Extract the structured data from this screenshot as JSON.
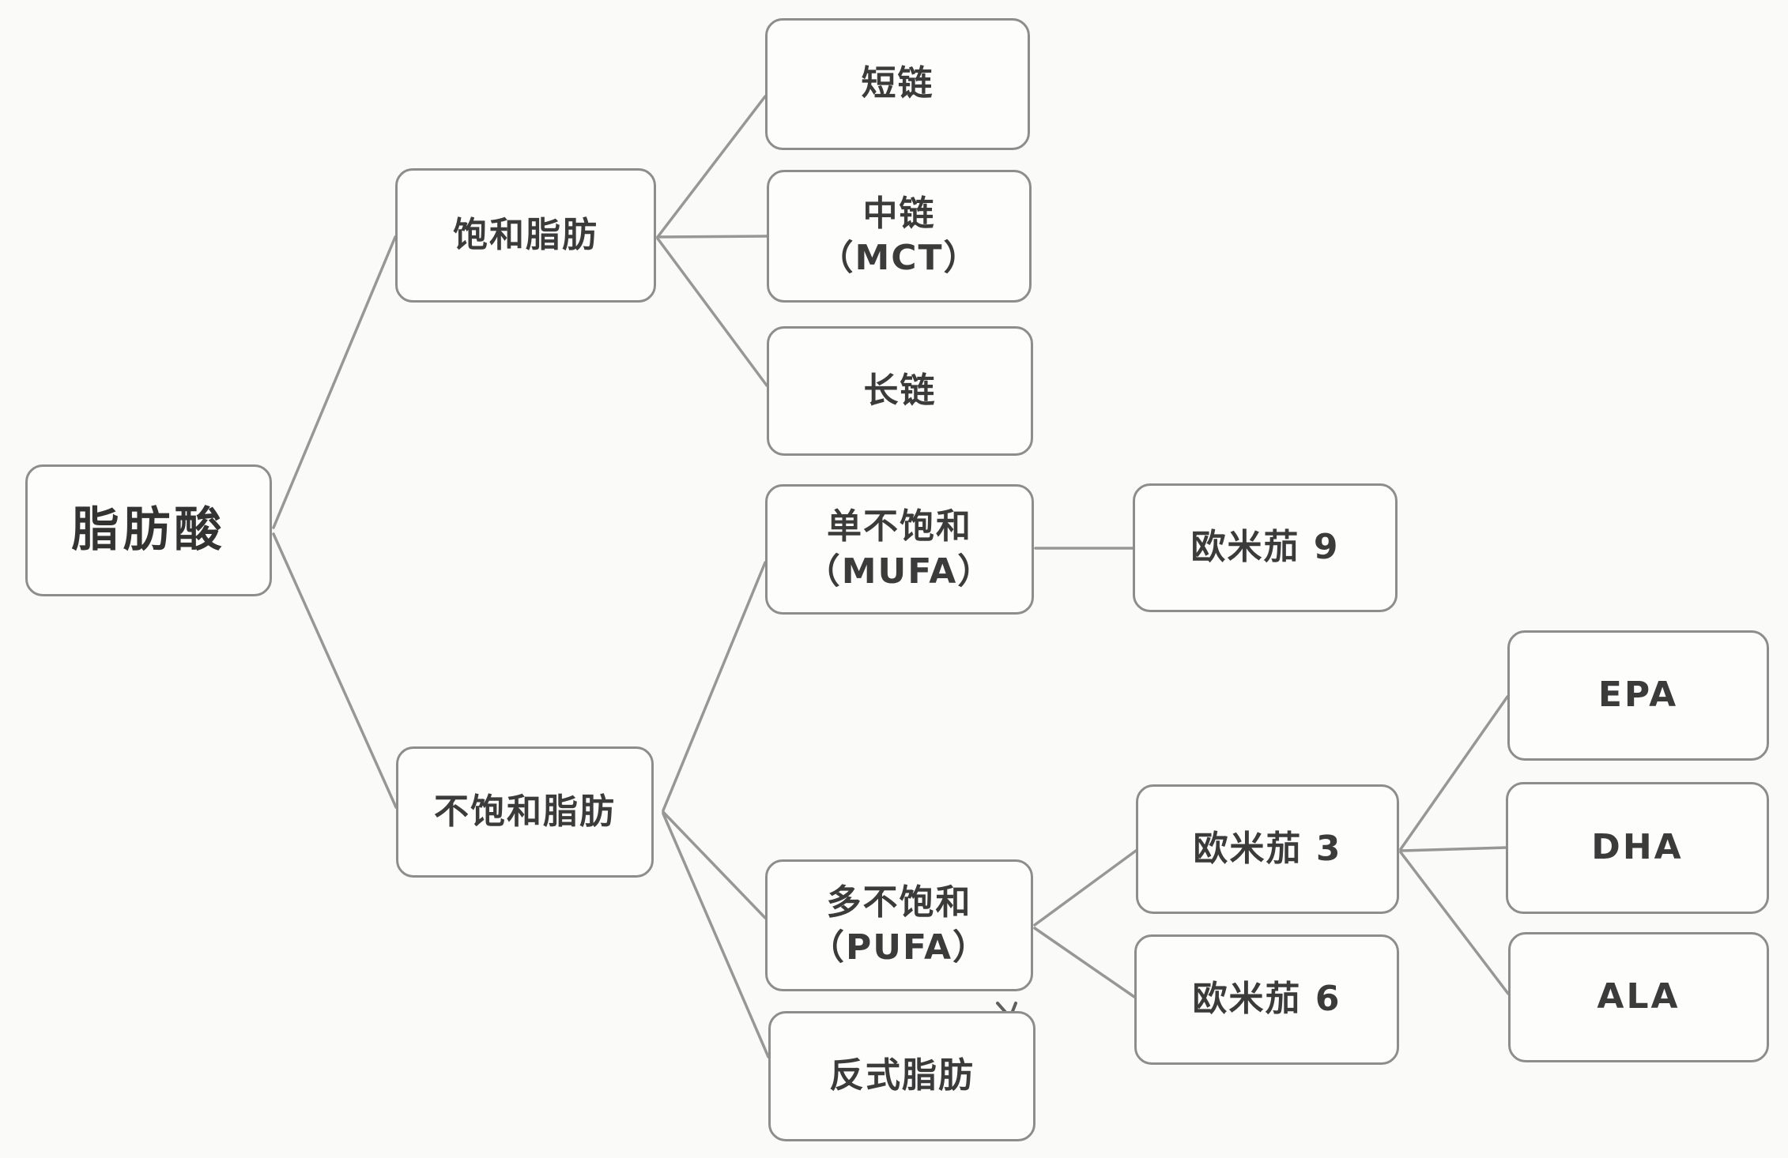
{
  "diagram": {
    "nodes": {
      "root": {
        "label": "脂肪酸"
      },
      "saturated": {
        "label": "饱和脂肪"
      },
      "short": {
        "label": "短链"
      },
      "medium": {
        "label": "中链",
        "label2": "（MCT）"
      },
      "long": {
        "label": "长链"
      },
      "unsaturated": {
        "label": "不饱和脂肪"
      },
      "mufa": {
        "label": "单不饱和",
        "label2": "（MUFA）"
      },
      "omega9": {
        "label": "欧米茄 9"
      },
      "pufa": {
        "label": "多不饱和",
        "label2": "（PUFA）"
      },
      "trans": {
        "label": "反式脂肪"
      },
      "omega3": {
        "label": "欧米茄 3"
      },
      "omega6": {
        "label": "欧米茄 6"
      },
      "epa": {
        "label": "EPA"
      },
      "dha": {
        "label": "DHA"
      },
      "ala": {
        "label": "ALA"
      }
    },
    "edges": [
      [
        "root",
        "saturated"
      ],
      [
        "root",
        "unsaturated"
      ],
      [
        "saturated",
        "short"
      ],
      [
        "saturated",
        "medium"
      ],
      [
        "saturated",
        "long"
      ],
      [
        "unsaturated",
        "mufa"
      ],
      [
        "unsaturated",
        "pufa"
      ],
      [
        "unsaturated",
        "trans"
      ],
      [
        "mufa",
        "omega9"
      ],
      [
        "pufa",
        "omega3"
      ],
      [
        "pufa",
        "omega6"
      ],
      [
        "omega3",
        "epa"
      ],
      [
        "omega3",
        "dha"
      ],
      [
        "omega3",
        "ala"
      ]
    ],
    "colors": {
      "background": "#fafaf8",
      "box_border": "#8d8d8d",
      "connector": "#979797",
      "text": "#3b3b3b"
    }
  }
}
